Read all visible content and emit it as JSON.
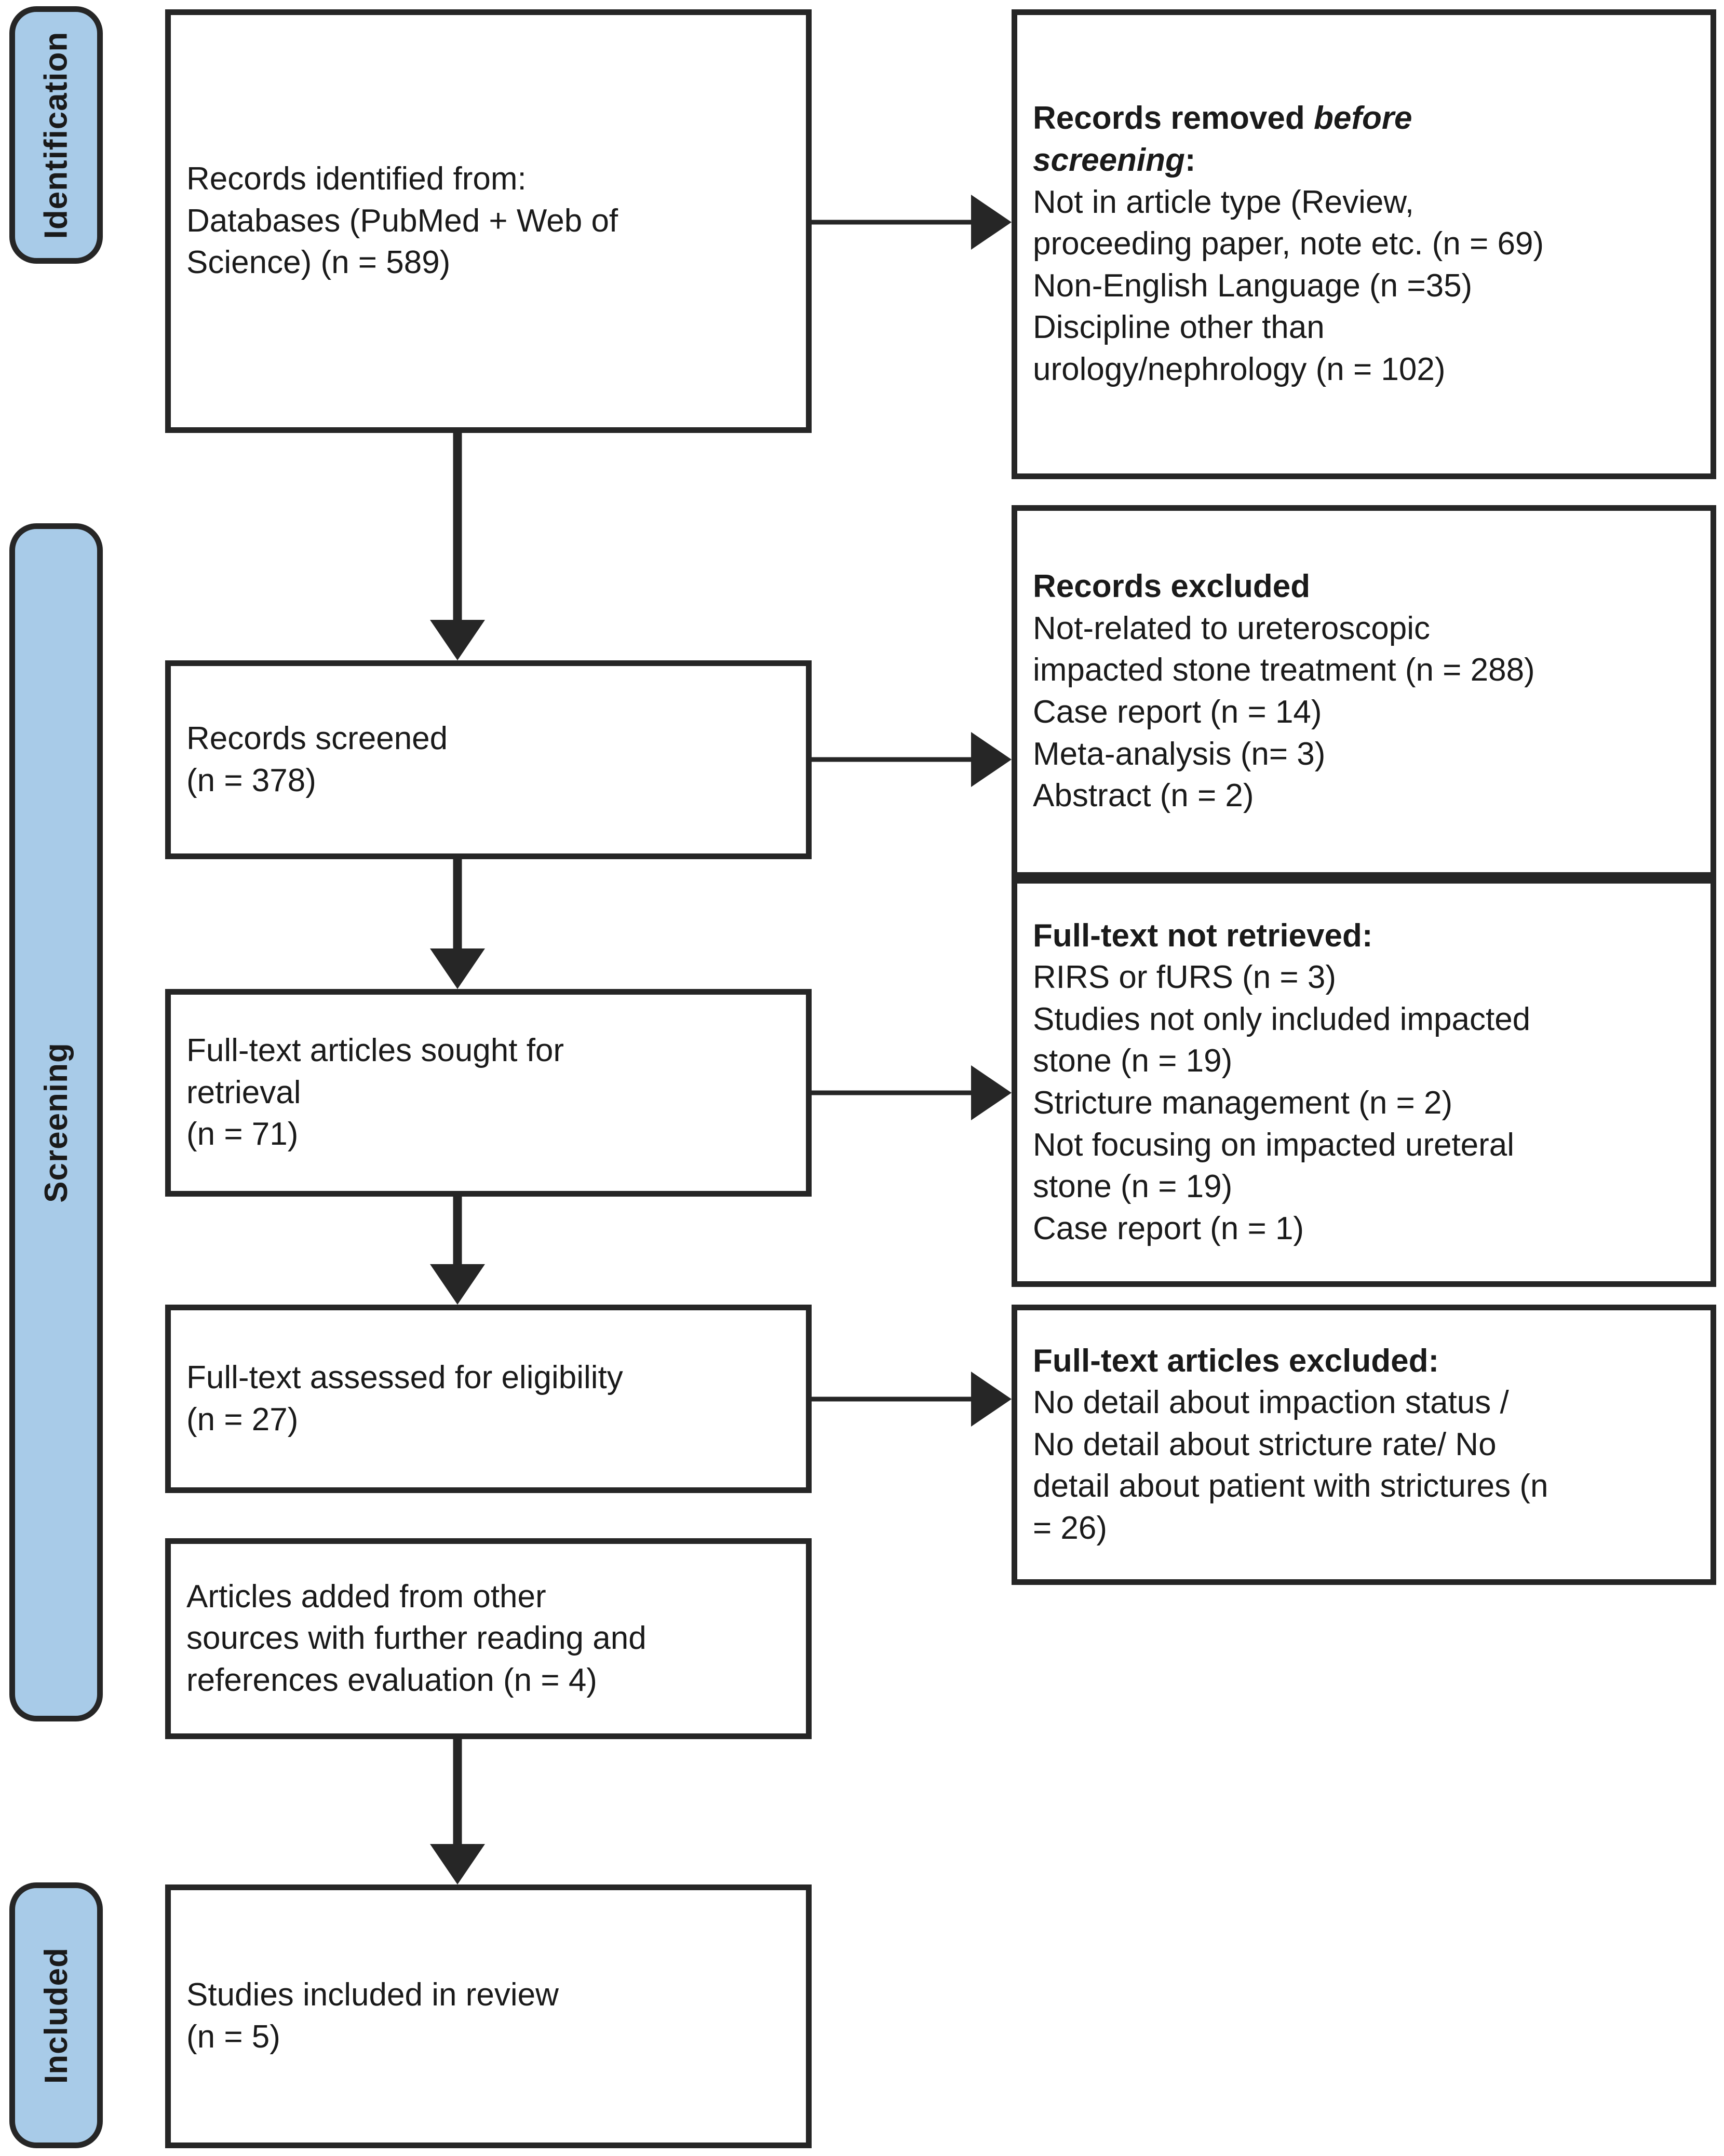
{
  "diagram": {
    "type": "prisma-flow-diagram",
    "accent_color": "#a8cbe8",
    "line_color": "#262626",
    "stages": [
      {
        "id": "identification",
        "label": "Identification"
      },
      {
        "id": "screening",
        "label": "Screening"
      },
      {
        "id": "included",
        "label": "Included"
      }
    ],
    "boxes": {
      "records_identified": {
        "lines": [
          "Records identified from:",
          "Databases (PubMed + Web of",
          "Science) (n = 589)"
        ]
      },
      "records_removed": {
        "heading_pre": "Records removed ",
        "heading_em": "before",
        "heading_post_em": "screening",
        "heading_colon": ":",
        "lines": [
          "Not in article type (Review,",
          "proceeding paper, note etc. (n = 69)",
          "Non-English Language (n =35)",
          "Discipline other than",
          "urology/nephrology (n = 102)"
        ]
      },
      "records_screened": {
        "lines": [
          "Records screened",
          "(n = 378)"
        ]
      },
      "records_excluded": {
        "heading": "Records excluded",
        "lines": [
          "Not-related to ureteroscopic",
          "impacted stone treatment (n = 288)",
          "Case report (n = 14)",
          "Meta-analysis (n= 3)",
          "Abstract (n = 2)"
        ]
      },
      "fulltext_sought": {
        "lines": [
          "Full-text articles sought for",
          "retrieval",
          "(n = 71)"
        ]
      },
      "fulltext_not_retrieved": {
        "heading": "Full-text not retrieved:",
        "lines": [
          "RIRS or fURS (n = 3)",
          "Studies not only included impacted",
          "stone (n = 19)",
          "Stricture management (n = 2)",
          "Not focusing on impacted ureteral",
          "stone (n = 19)",
          "Case report (n = 1)"
        ]
      },
      "fulltext_assessed": {
        "lines": [
          "Full-text assessed for eligibility",
          "(n = 27)"
        ]
      },
      "fulltext_excluded": {
        "heading": "Full-text articles excluded:",
        "lines": [
          "No detail about impaction status /",
          "No detail about stricture rate/ No",
          "detail about patient with strictures (n",
          "= 26)"
        ]
      },
      "articles_added": {
        "lines": [
          "Articles added from other",
          "sources with further reading and",
          "references evaluation (n = 4)"
        ]
      },
      "studies_included": {
        "lines": [
          "Studies included in review",
          "(n = 5)"
        ]
      }
    }
  }
}
